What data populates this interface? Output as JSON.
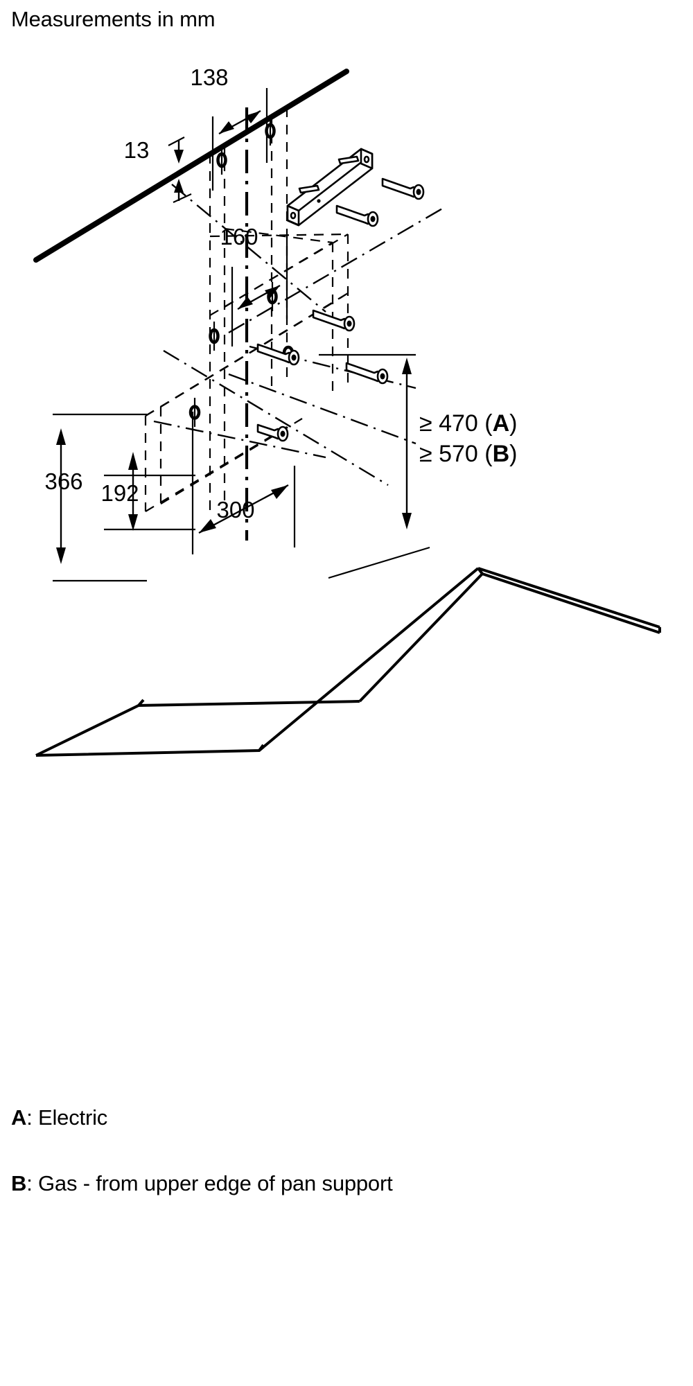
{
  "title": "Measurements in mm",
  "units": "mm",
  "dimensions": {
    "d138": "138",
    "d13": "13",
    "d160": "160",
    "d366": "366",
    "d192": "192",
    "d300": "300",
    "min_a": "≥ 470 (",
    "min_a_letter": "A",
    "min_a_close": ")",
    "min_b": "≥ 570 (",
    "min_b_letter": "B",
    "min_b_close": ")"
  },
  "min_heights": {
    "a_full": "≥ 470 (A)",
    "b_full": "≥ 570 (B)"
  },
  "legend": {
    "a_letter": "A",
    "a_sep": ":",
    "a_text": " Electric",
    "b_letter": "B",
    "b_sep": ":",
    "b_text": " Gas - from upper edge of pan support"
  },
  "colors": {
    "line": "#000000",
    "background": "#ffffff"
  },
  "parts": {
    "mounting_rail": "wall mounting rail",
    "screws": "4 wall screws with washers",
    "drill_holes": "6 drill hole markers"
  }
}
